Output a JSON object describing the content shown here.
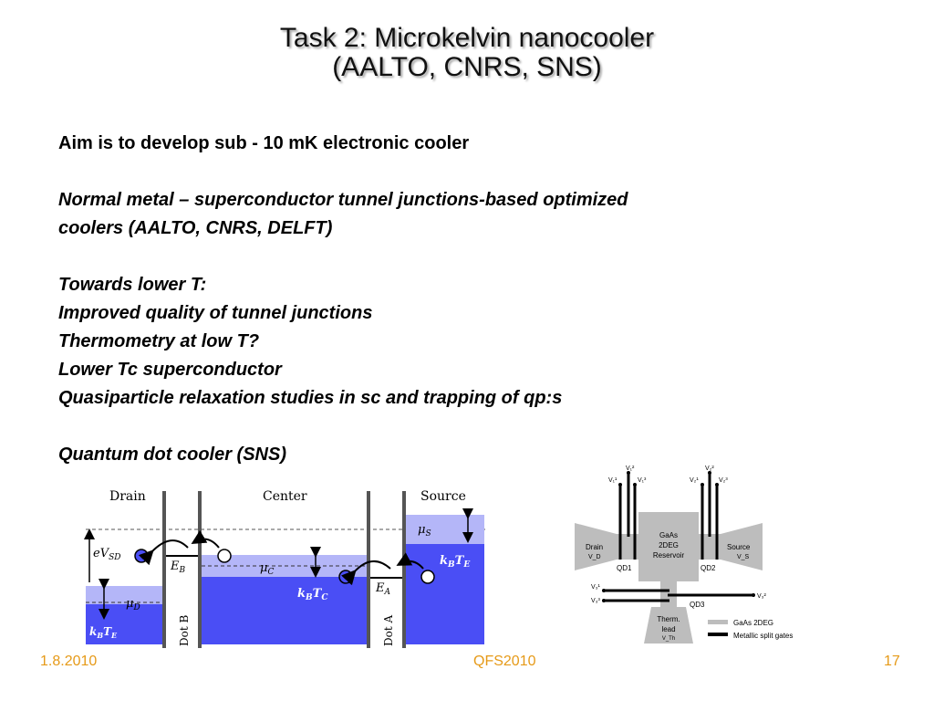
{
  "slide": {
    "title_line1": "Task 2: Microkelvin nanocooler",
    "title_line2": "(AALTO, CNRS, SNS)",
    "lines": [
      "Aim is to develop sub - 10 mK electronic cooler",
      "",
      "Normal metal – superconductor tunnel junctions-based optimized",
      "coolers (AALTO, CNRS, DELFT)",
      "",
      "Towards lower T:",
      "Improved quality of tunnel junctions",
      "Thermometry at low T?",
      "Lower Tc superconductor",
      "Quasiparticle relaxation studies in sc and trapping of qp:s",
      "",
      "Quantum dot cooler (SNS)"
    ]
  },
  "energy_diagram": {
    "drain_label": "Drain",
    "center_label": "Center",
    "source_label": "Source",
    "evsd_label": "eV_SD",
    "mu_s": "μ_S",
    "mu_c": "μ_C",
    "mu_d": "μ_D",
    "eb": "E_B",
    "ea": "E_A",
    "kbte_right": "k_B T_E",
    "kbtc": "k_B T_C",
    "kbte_left": "k_B T_E",
    "dot_b": "Dot B",
    "dot_a": "Dot A",
    "colors": {
      "dark": "#4a4ef5",
      "light": "#b4b6f8",
      "dot_blue": "#4a4ef5"
    }
  },
  "device_diagram": {
    "v1_top": "V₁²",
    "v1_left": "V₁¹",
    "v1_right": "V₁³",
    "v2_top": "V₂²",
    "v2_left": "V₂¹",
    "v2_right": "V₂³",
    "drain": "Drain",
    "vd": "V_D",
    "source": "Source",
    "vs": "V_S",
    "reservoir_l1": "GaAs",
    "reservoir_l2": "2DEG",
    "reservoir_l3": "Reservoir",
    "qd1": "QD1",
    "qd2": "QD2",
    "qd3": "QD3",
    "v3_1": "V₃¹",
    "v3_2": "V₃²",
    "v3_3": "V₃³",
    "therm_l1": "Therm.",
    "therm_l2": "lead",
    "vth": "V_Th",
    "legend_2deg": "GaAs 2DEG",
    "legend_gates": "Metallic split gates"
  },
  "footer": {
    "date": "1.8.2010",
    "event": "QFS2010",
    "page": "17"
  }
}
